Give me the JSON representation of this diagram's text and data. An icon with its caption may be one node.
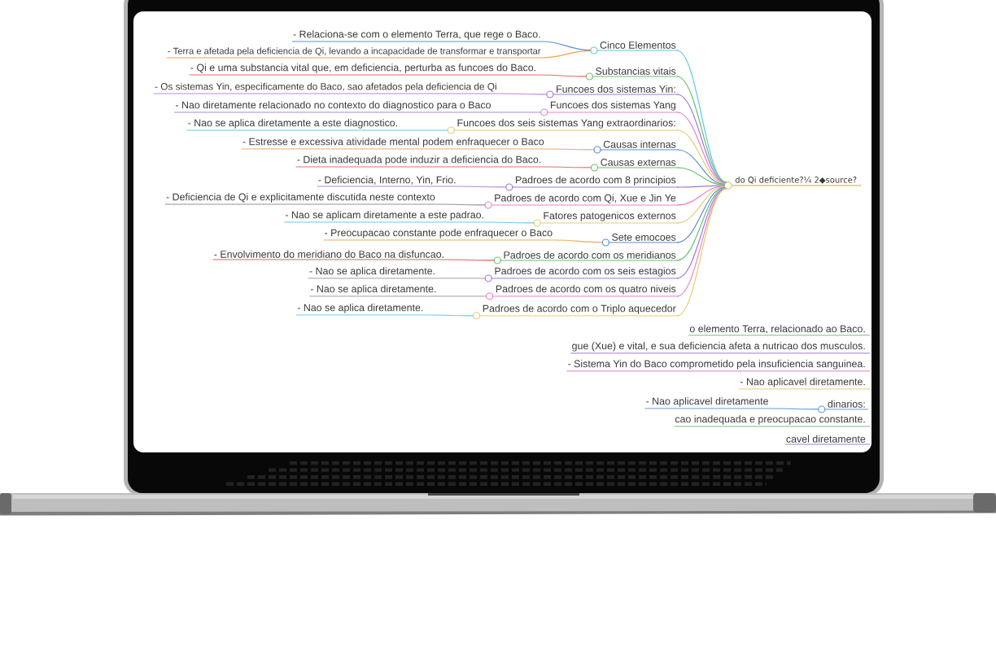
{
  "diagram": {
    "nodes": [
      {
        "text": [
          "do Qi deficiente?¼ 2◆source?"
        ]
      },
      {
        "text": [
          "Cinco Elementos"
        ]
      },
      {
        "text": [
          "- Relaciona-se com o elemento Terra, que rege o Baco."
        ]
      },
      {
        "text": [
          "- Terra e afetada pela deficiencia de Qi, levando a incapacidade de transformar e transportar"
        ]
      },
      {
        "text": [
          "Substancias vitais"
        ]
      },
      {
        "text": [
          "- Qi e uma substancia vital que, em deficiencia, perturba as funcoes do Baco."
        ]
      },
      {
        "text": [
          "Funcoes dos sistemas Yin:"
        ]
      },
      {
        "text": [
          "- Os sistemas Yin, especificamente do Baco, sao afetados pela deficiencia de Qi"
        ]
      },
      {
        "text": [
          "Funcoes dos sistemas Yang"
        ]
      },
      {
        "text": [
          "- Nao diretamente relacionado no contexto do diagnostico para o Baco"
        ]
      },
      {
        "text": [
          "Funcoes dos seis sistemas Yang extraordinarios:"
        ]
      },
      {
        "text": [
          "- Nao se aplica diretamente a este diagnostico."
        ]
      },
      {
        "text": [
          "Causas internas"
        ]
      },
      {
        "text": [
          "- Estresse e excessiva atividade mental podem enfraquecer o Baco"
        ]
      },
      {
        "text": [
          "Causas externas"
        ]
      },
      {
        "text": [
          "- Dieta inadequada pode induzir a deficiencia do Baco."
        ]
      },
      {
        "text": [
          "Padroes de acordo com 8 principios"
        ]
      },
      {
        "text": [
          "- Deficiencia, Interno, Yin, Frio."
        ]
      },
      {
        "text": [
          "Padroes de acordo com Qi, Xue e Jin Ye"
        ]
      },
      {
        "text": [
          "- Deficiencia de Qi e explicitamente discutida neste contexto"
        ]
      },
      {
        "text": [
          "Fatores patogenicos externos"
        ]
      },
      {
        "text": [
          "- Nao se aplicam diretamente a este padrao."
        ]
      },
      {
        "text": [
          "Sete emocoes"
        ]
      },
      {
        "text": [
          "- Preocupacao constante pode enfraquecer o Baco"
        ]
      },
      {
        "text": [
          "Padroes de acordo com os meridianos"
        ]
      },
      {
        "text": [
          "- Envolvimento do meridiano do Baco na disfuncao."
        ]
      },
      {
        "text": [
          "Padroes de acordo com os seis estagios"
        ]
      },
      {
        "text": [
          "- Nao se aplica diretamente."
        ]
      },
      {
        "text": [
          "Padroes de acordo com os quatro niveis"
        ]
      },
      {
        "text": [
          "- Nao se aplica diretamente."
        ]
      },
      {
        "text": [
          "Padroes de acordo com o Triplo aquecedor"
        ]
      },
      {
        "text": [
          "- Nao se aplica diretamente."
        ]
      },
      {
        "text": [
          "o elemento Terra, relacionado ao Baco."
        ]
      },
      {
        "text": [
          "gue (Xue) e vital, e sua deficiencia afeta a nutricao dos musculos."
        ]
      },
      {
        "text": [
          "- Sistema Yin do Baco comprometido pela insuficiencia sanguinea."
        ]
      },
      {
        "text": [
          "- Nao aplicavel diretamente."
        ]
      },
      {
        "text": [
          "dinarios:"
        ]
      },
      {
        "text": [
          "- Nao aplicavel diretamente"
        ]
      },
      {
        "text": [
          "cao inadequada e preocupacao constante."
        ]
      },
      {
        "text": [
          "cavel diretamente"
        ]
      }
    ],
    "edges": [
      {
        "from": 0,
        "to": 1,
        "arrow": "none",
        "color": "#62c6e0"
      },
      {
        "from": 1,
        "to": 2,
        "arrow": "none",
        "color": "#5b8fd8"
      },
      {
        "from": 1,
        "to": 3,
        "arrow": "none",
        "color": "#f0a050"
      },
      {
        "from": 0,
        "to": 4,
        "arrow": "none",
        "color": "#6cc070"
      },
      {
        "from": 4,
        "to": 5,
        "arrow": "none",
        "color": "#e86a6a"
      },
      {
        "from": 0,
        "to": 6,
        "arrow": "none",
        "color": "#a07ad8"
      },
      {
        "from": 6,
        "to": 7,
        "arrow": "none",
        "color": "#b88ae0"
      },
      {
        "from": 0,
        "to": 8,
        "arrow": "none",
        "color": "#e884c8"
      },
      {
        "from": 8,
        "to": 9,
        "arrow": "none",
        "color": "#a78bd0"
      },
      {
        "from": 0,
        "to": 10,
        "arrow": "none",
        "color": "#e0d070"
      },
      {
        "from": 10,
        "to": 11,
        "arrow": "none",
        "color": "#70c8e8"
      },
      {
        "from": 0,
        "to": 12,
        "arrow": "none",
        "color": "#5a8fd6"
      },
      {
        "from": 12,
        "to": 13,
        "arrow": "none",
        "color": "#f0a860"
      },
      {
        "from": 0,
        "to": 14,
        "arrow": "none",
        "color": "#6cc070"
      },
      {
        "from": 14,
        "to": 15,
        "arrow": "none",
        "color": "#e87070"
      },
      {
        "from": 0,
        "to": 16,
        "arrow": "none",
        "color": "#a07ad8"
      },
      {
        "from": 16,
        "to": 17,
        "arrow": "none",
        "color": "#b48ad8"
      },
      {
        "from": 0,
        "to": 18,
        "arrow": "none",
        "color": "#e884c8"
      },
      {
        "from": 18,
        "to": 19,
        "arrow": "none",
        "color": "#a09090"
      },
      {
        "from": 0,
        "to": 20,
        "arrow": "none",
        "color": "#e0d070"
      },
      {
        "from": 20,
        "to": 21,
        "arrow": "none",
        "color": "#70c8e8"
      },
      {
        "from": 0,
        "to": 22,
        "arrow": "none",
        "color": "#5a8fd6"
      },
      {
        "from": 22,
        "to": 23,
        "arrow": "none",
        "color": "#f0a860"
      },
      {
        "from": 0,
        "to": 24,
        "arrow": "none",
        "color": "#6cc070"
      },
      {
        "from": 24,
        "to": 25,
        "arrow": "none",
        "color": "#e06060"
      },
      {
        "from": 0,
        "to": 26,
        "arrow": "none",
        "color": "#a07ad8"
      },
      {
        "from": 26,
        "to": 27,
        "arrow": "none",
        "color": "#b09aa0"
      },
      {
        "from": 0,
        "to": 28,
        "arrow": "none",
        "color": "#e884c8"
      },
      {
        "from": 28,
        "to": 29,
        "arrow": "none",
        "color": "#a0a0a0"
      },
      {
        "from": 0,
        "to": 30,
        "arrow": "none",
        "color": "#e0d070"
      },
      {
        "from": 30,
        "to": 31,
        "arrow": "none",
        "color": "#70c8e8"
      },
      {
        "from": 36,
        "to": 37,
        "arrow": "none",
        "color": "#6a9ad8"
      }
    ]
  }
}
